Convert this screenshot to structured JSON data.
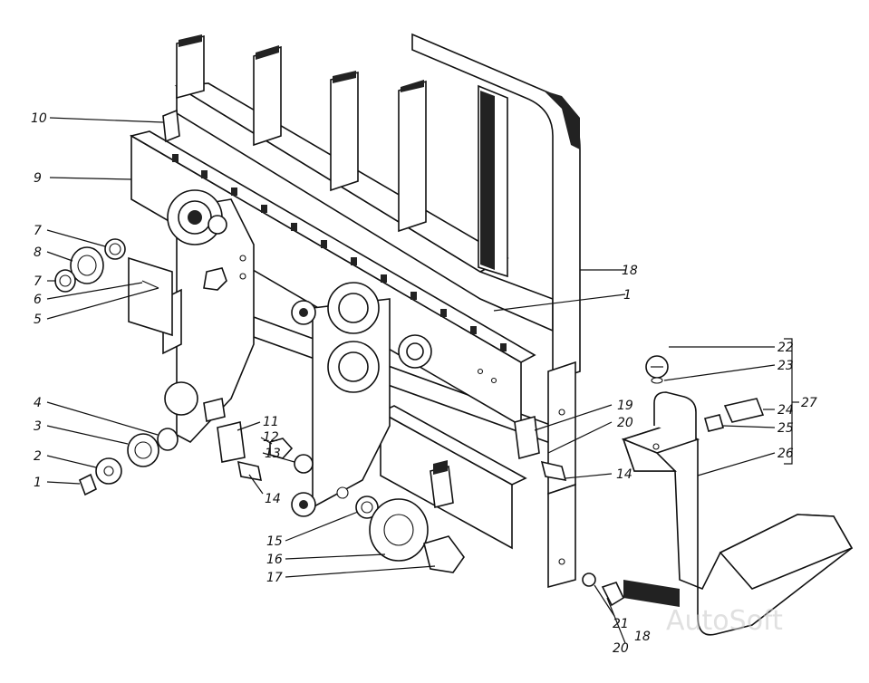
{
  "watermark": "AutoSoft",
  "labels": [
    {
      "id": "l10",
      "text": "10"
    },
    {
      "id": "l9",
      "text": "9"
    },
    {
      "id": "l7a",
      "text": "7"
    },
    {
      "id": "l8",
      "text": "8"
    },
    {
      "id": "l7b",
      "text": "7"
    },
    {
      "id": "l6",
      "text": "6"
    },
    {
      "id": "l5",
      "text": "5"
    },
    {
      "id": "l4",
      "text": "4"
    },
    {
      "id": "l3",
      "text": "3"
    },
    {
      "id": "l2",
      "text": "2"
    },
    {
      "id": "l1a",
      "text": "1"
    },
    {
      "id": "l11",
      "text": "11"
    },
    {
      "id": "l12",
      "text": "12"
    },
    {
      "id": "l13",
      "text": "13"
    },
    {
      "id": "l14a",
      "text": "14"
    },
    {
      "id": "l15",
      "text": "15"
    },
    {
      "id": "l16",
      "text": "16"
    },
    {
      "id": "l17",
      "text": "17"
    },
    {
      "id": "l18a",
      "text": "18"
    },
    {
      "id": "l1b",
      "text": "1"
    },
    {
      "id": "l19",
      "text": "19"
    },
    {
      "id": "l20a",
      "text": "20"
    },
    {
      "id": "l14b",
      "text": "14"
    },
    {
      "id": "l21",
      "text": "21"
    },
    {
      "id": "l20b",
      "text": "20"
    },
    {
      "id": "l18b",
      "text": "18"
    },
    {
      "id": "l22",
      "text": "22"
    },
    {
      "id": "l23",
      "text": "23"
    },
    {
      "id": "l24",
      "text": "24"
    },
    {
      "id": "l25",
      "text": "25"
    },
    {
      "id": "l26",
      "text": "26"
    },
    {
      "id": "l27",
      "text": "27"
    }
  ]
}
